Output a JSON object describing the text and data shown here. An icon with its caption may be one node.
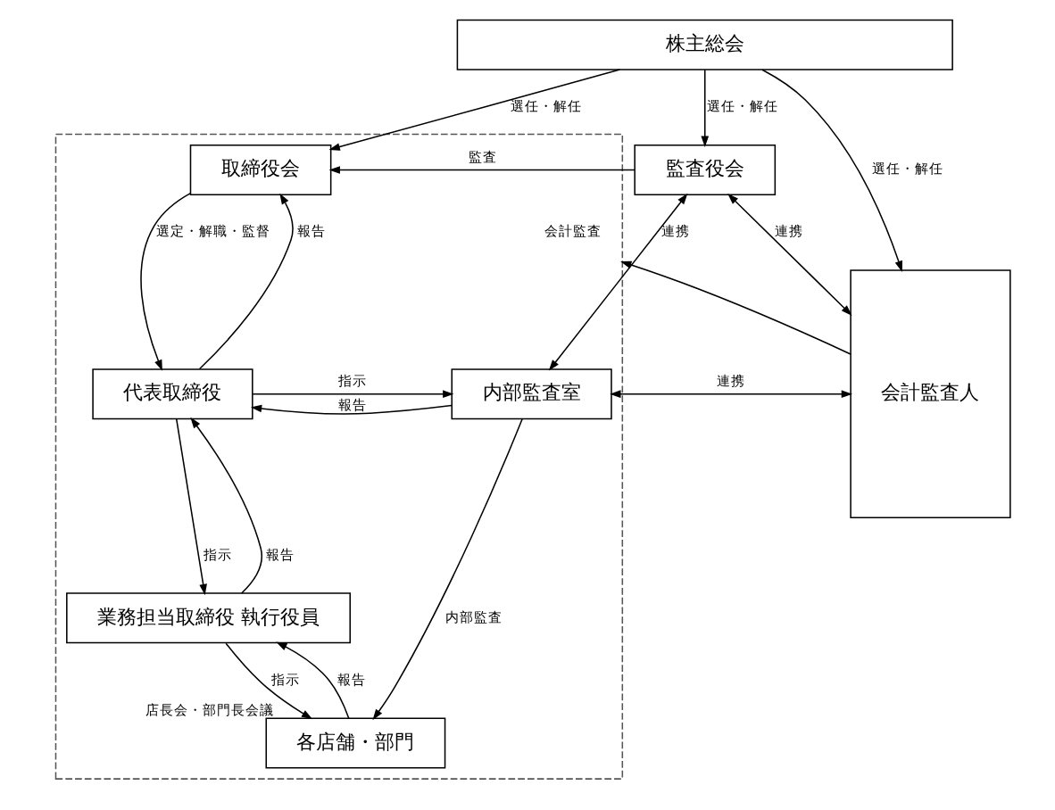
{
  "diagram": {
    "nodes": [
      {
        "text": [
          "株主総会"
        ]
      },
      {
        "text": [],
        "shape": "box"
      },
      {
        "text": [
          "取締役会"
        ],
        "in": 1
      },
      {
        "text": [
          "監査役会"
        ]
      },
      {
        "text": [
          "代表取締役"
        ],
        "in": 1
      },
      {
        "text": [
          "内部監査室"
        ],
        "in": 1
      },
      {
        "text": [
          "業務担当取締役 執行役員"
        ],
        "in": 1
      },
      {
        "text": [
          "各店舗・部門"
        ],
        "in": 1,
        "beside": [
          "店長会・部門長会議"
        ]
      },
      {
        "text": [
          "会計監査人"
        ]
      }
    ],
    "edges": [
      {
        "from": 0,
        "to": 2,
        "arrow": "to",
        "label": "選任・解任"
      },
      {
        "from": 0,
        "to": 3,
        "arrow": "to",
        "label": "選任・解任"
      },
      {
        "from": 0,
        "to": 8,
        "arrow": "to",
        "label": "選任・解任"
      },
      {
        "from": 3,
        "to": 2,
        "arrow": "to",
        "label": "監査"
      },
      {
        "from": 3,
        "to": 8,
        "arrow": "both",
        "label": "連携"
      },
      {
        "from": 3,
        "to": 5,
        "arrow": "both",
        "label": "連携"
      },
      {
        "from": 2,
        "to": 4,
        "arrow": "to",
        "label": "選定・解職・監督"
      },
      {
        "from": 4,
        "to": 2,
        "arrow": "to",
        "label": "報告"
      },
      {
        "from": 4,
        "to": 5,
        "arrow": "to",
        "label": "指示"
      },
      {
        "from": 5,
        "to": 4,
        "arrow": "to",
        "label": "報告"
      },
      {
        "from": 5,
        "to": 8,
        "arrow": "both",
        "label": "連携"
      },
      {
        "from": 8,
        "to": 1,
        "arrow": "to",
        "label": "会計監査"
      },
      {
        "from": 4,
        "to": 6,
        "arrow": "to",
        "label": "指示"
      },
      {
        "from": 6,
        "to": 4,
        "arrow": "to",
        "label": "報告"
      },
      {
        "from": 6,
        "to": 7,
        "arrow": "to",
        "label": "指示"
      },
      {
        "from": 7,
        "to": 6,
        "arrow": "to",
        "label": "報告"
      },
      {
        "from": 5,
        "to": 7,
        "arrow": "to",
        "label": "内部監査"
      }
    ]
  }
}
